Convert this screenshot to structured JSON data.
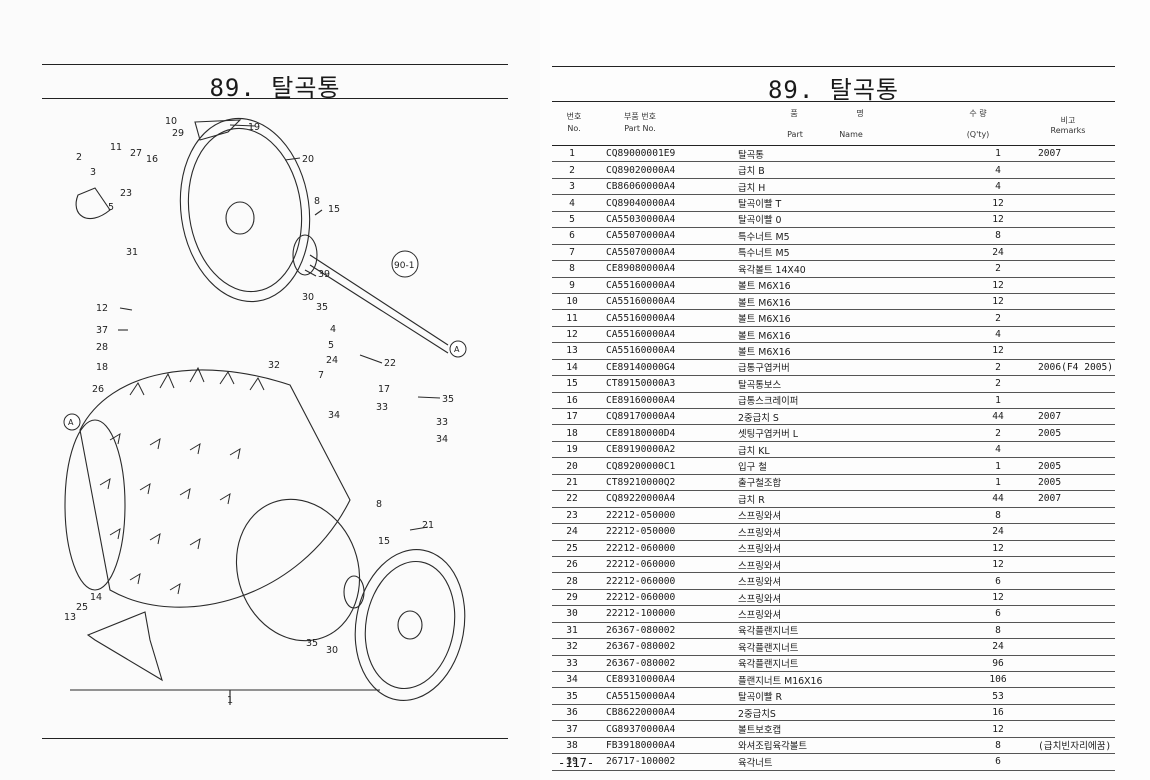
{
  "left_page": {
    "title": "89. 탈곡통",
    "callouts": [
      "10",
      "29",
      "19",
      "11",
      "27",
      "16",
      "20",
      "2",
      "3",
      "23",
      "5",
      "8",
      "15",
      "31",
      "39",
      "35",
      "30",
      "90-1",
      "A",
      "12",
      "37",
      "28",
      "18",
      "4",
      "5",
      "24",
      "32",
      "7",
      "22",
      "17",
      "33",
      "26",
      "35",
      "33",
      "34",
      "A",
      "34",
      "8",
      "21",
      "15",
      "14",
      "25",
      "13",
      "35",
      "30",
      "1"
    ]
  },
  "right_page": {
    "title": "89. 탈곡통",
    "header": {
      "no_ko": "번호",
      "no_en": "No.",
      "pn_ko": "부품 번호",
      "pn_en": "Part  No.",
      "name_ko_1": "품",
      "name_ko_2": "명",
      "name_en_1": "Part",
      "name_en_2": "Name",
      "qty_ko": "수  량",
      "qty_en": "(Q'ty)",
      "remarks_ko": "비고",
      "remarks_en": "Remarks"
    },
    "rows": [
      {
        "no": "1",
        "part": "CQ89000001E9",
        "name": "탈곡통",
        "qty": "1",
        "remarks": "2007"
      },
      {
        "no": "2",
        "part": "CQ89020000A4",
        "name": "급치 B",
        "qty": "4",
        "remarks": ""
      },
      {
        "no": "3",
        "part": "CB86060000A4",
        "name": "급치 H",
        "qty": "4",
        "remarks": ""
      },
      {
        "no": "4",
        "part": "CQ89040000A4",
        "name": "탈곡이빨 T",
        "qty": "12",
        "remarks": ""
      },
      {
        "no": "5",
        "part": "CA55030000A4",
        "name": "탈곡이빨 0",
        "qty": "12",
        "remarks": ""
      },
      {
        "no": "6",
        "part": "CA55070000A4",
        "name": "특수너트 M5",
        "qty": "8",
        "remarks": ""
      },
      {
        "no": "7",
        "part": "CA55070000A4",
        "name": "특수너트 M5",
        "qty": "24",
        "remarks": ""
      },
      {
        "no": "8",
        "part": "CE89080000A4",
        "name": "육각볼트 14X40",
        "qty": "2",
        "remarks": ""
      },
      {
        "no": "9",
        "part": "CA55160000A4",
        "name": "볼트 M6X16",
        "qty": "12",
        "remarks": ""
      },
      {
        "no": "10",
        "part": "CA55160000A4",
        "name": "볼트 M6X16",
        "qty": "12",
        "remarks": ""
      },
      {
        "no": "11",
        "part": "CA55160000A4",
        "name": "볼트 M6X16",
        "qty": "2",
        "remarks": ""
      },
      {
        "no": "12",
        "part": "CA55160000A4",
        "name": "볼트 M6X16",
        "qty": "4",
        "remarks": ""
      },
      {
        "no": "13",
        "part": "CA55160000A4",
        "name": "볼트 M6X16",
        "qty": "12",
        "remarks": ""
      },
      {
        "no": "14",
        "part": "CE89140000G4",
        "name": "급통구엽커버",
        "qty": "2",
        "remarks": "2006(F4 2005)"
      },
      {
        "no": "15",
        "part": "CT89150000A3",
        "name": "탈곡통보스",
        "qty": "2",
        "remarks": ""
      },
      {
        "no": "16",
        "part": "CE89160000A4",
        "name": "급통스크레이퍼",
        "qty": "1",
        "remarks": ""
      },
      {
        "no": "17",
        "part": "CQ89170000A4",
        "name": "2중급치 S",
        "qty": "44",
        "remarks": "2007"
      },
      {
        "no": "18",
        "part": "CE89180000D4",
        "name": "셋팅구엽커버 L",
        "qty": "2",
        "remarks": "2005"
      },
      {
        "no": "19",
        "part": "CE89190000A2",
        "name": "급치 KL",
        "qty": "4",
        "remarks": ""
      },
      {
        "no": "20",
        "part": "CQ89200000C1",
        "name": "입구 철",
        "qty": "1",
        "remarks": "2005"
      },
      {
        "no": "21",
        "part": "CT89210000Q2",
        "name": "출구철조합",
        "qty": "1",
        "remarks": "2005"
      },
      {
        "no": "22",
        "part": "CQ89220000A4",
        "name": "급치 R",
        "qty": "44",
        "remarks": "2007"
      },
      {
        "no": "23",
        "part": "22212-050000",
        "name": "스프링와셔",
        "qty": "8",
        "remarks": ""
      },
      {
        "no": "24",
        "part": "22212-050000",
        "name": "스프링와셔",
        "qty": "24",
        "remarks": ""
      },
      {
        "no": "25",
        "part": "22212-060000",
        "name": "스프링와셔",
        "qty": "12",
        "remarks": ""
      },
      {
        "no": "26",
        "part": "22212-060000",
        "name": "스프링와셔",
        "qty": "12",
        "remarks": ""
      },
      {
        "no": "28",
        "part": "22212-060000",
        "name": "스프링와셔",
        "qty": "6",
        "remarks": ""
      },
      {
        "no": "29",
        "part": "22212-060000",
        "name": "스프링와셔",
        "qty": "12",
        "remarks": ""
      },
      {
        "no": "30",
        "part": "22212-100000",
        "name": "스프링와셔",
        "qty": "6",
        "remarks": ""
      },
      {
        "no": "31",
        "part": "26367-080002",
        "name": "육각플랜지너트",
        "qty": "8",
        "remarks": ""
      },
      {
        "no": "32",
        "part": "26367-080002",
        "name": "육각플랜지너트",
        "qty": "24",
        "remarks": ""
      },
      {
        "no": "33",
        "part": "26367-080002",
        "name": "육각플랜지너트",
        "qty": "96",
        "remarks": ""
      },
      {
        "no": "34",
        "part": "CE89310000A4",
        "name": "플랜지너트 M16X16",
        "qty": "106",
        "remarks": ""
      },
      {
        "no": "35",
        "part": "CA55150000A4",
        "name": "탈곡이빨 R",
        "qty": "53",
        "remarks": ""
      },
      {
        "no": "36",
        "part": "CB86220000A4",
        "name": "2중급치S",
        "qty": "16",
        "remarks": ""
      },
      {
        "no": "37",
        "part": "CG89370000A4",
        "name": "볼트보호캡",
        "qty": "12",
        "remarks": ""
      },
      {
        "no": "38",
        "part": "FB39180000A4",
        "name": "와셔조립육각볼트",
        "qty": "8",
        "remarks": "(급치빈자리에꿈)"
      },
      {
        "no": "39",
        "part": "26717-100002",
        "name": "육각너트",
        "qty": "6",
        "remarks": ""
      }
    ],
    "page_number": "-117-"
  }
}
